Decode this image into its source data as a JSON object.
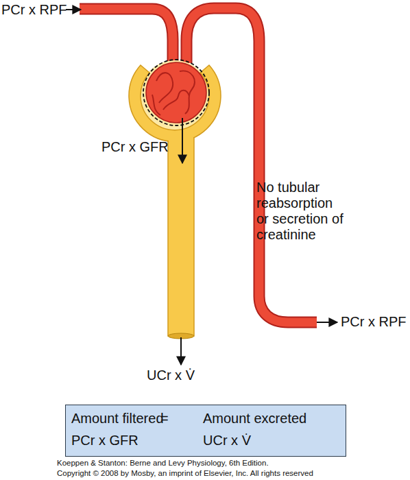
{
  "diagram": {
    "nodes": [
      {
        "text": [
          "Amount filtered",
          "=",
          "Amount excreted",
          "PCr x GFR",
          "UCr x V̇"
        ]
      }
    ],
    "labels": [
      "PCr x RPF",
      "PCr x GFR",
      "No tubular reabsorption or secretion of creatinine",
      "PCr x RPF",
      "UCr x V̇",
      "Koeppen & Stanton: Berne and Levy Physiology, 6th Edition.",
      "Copyright © 2008 by Mosby, an imprint of Elsevier, Inc. All rights reserved"
    ]
  }
}
